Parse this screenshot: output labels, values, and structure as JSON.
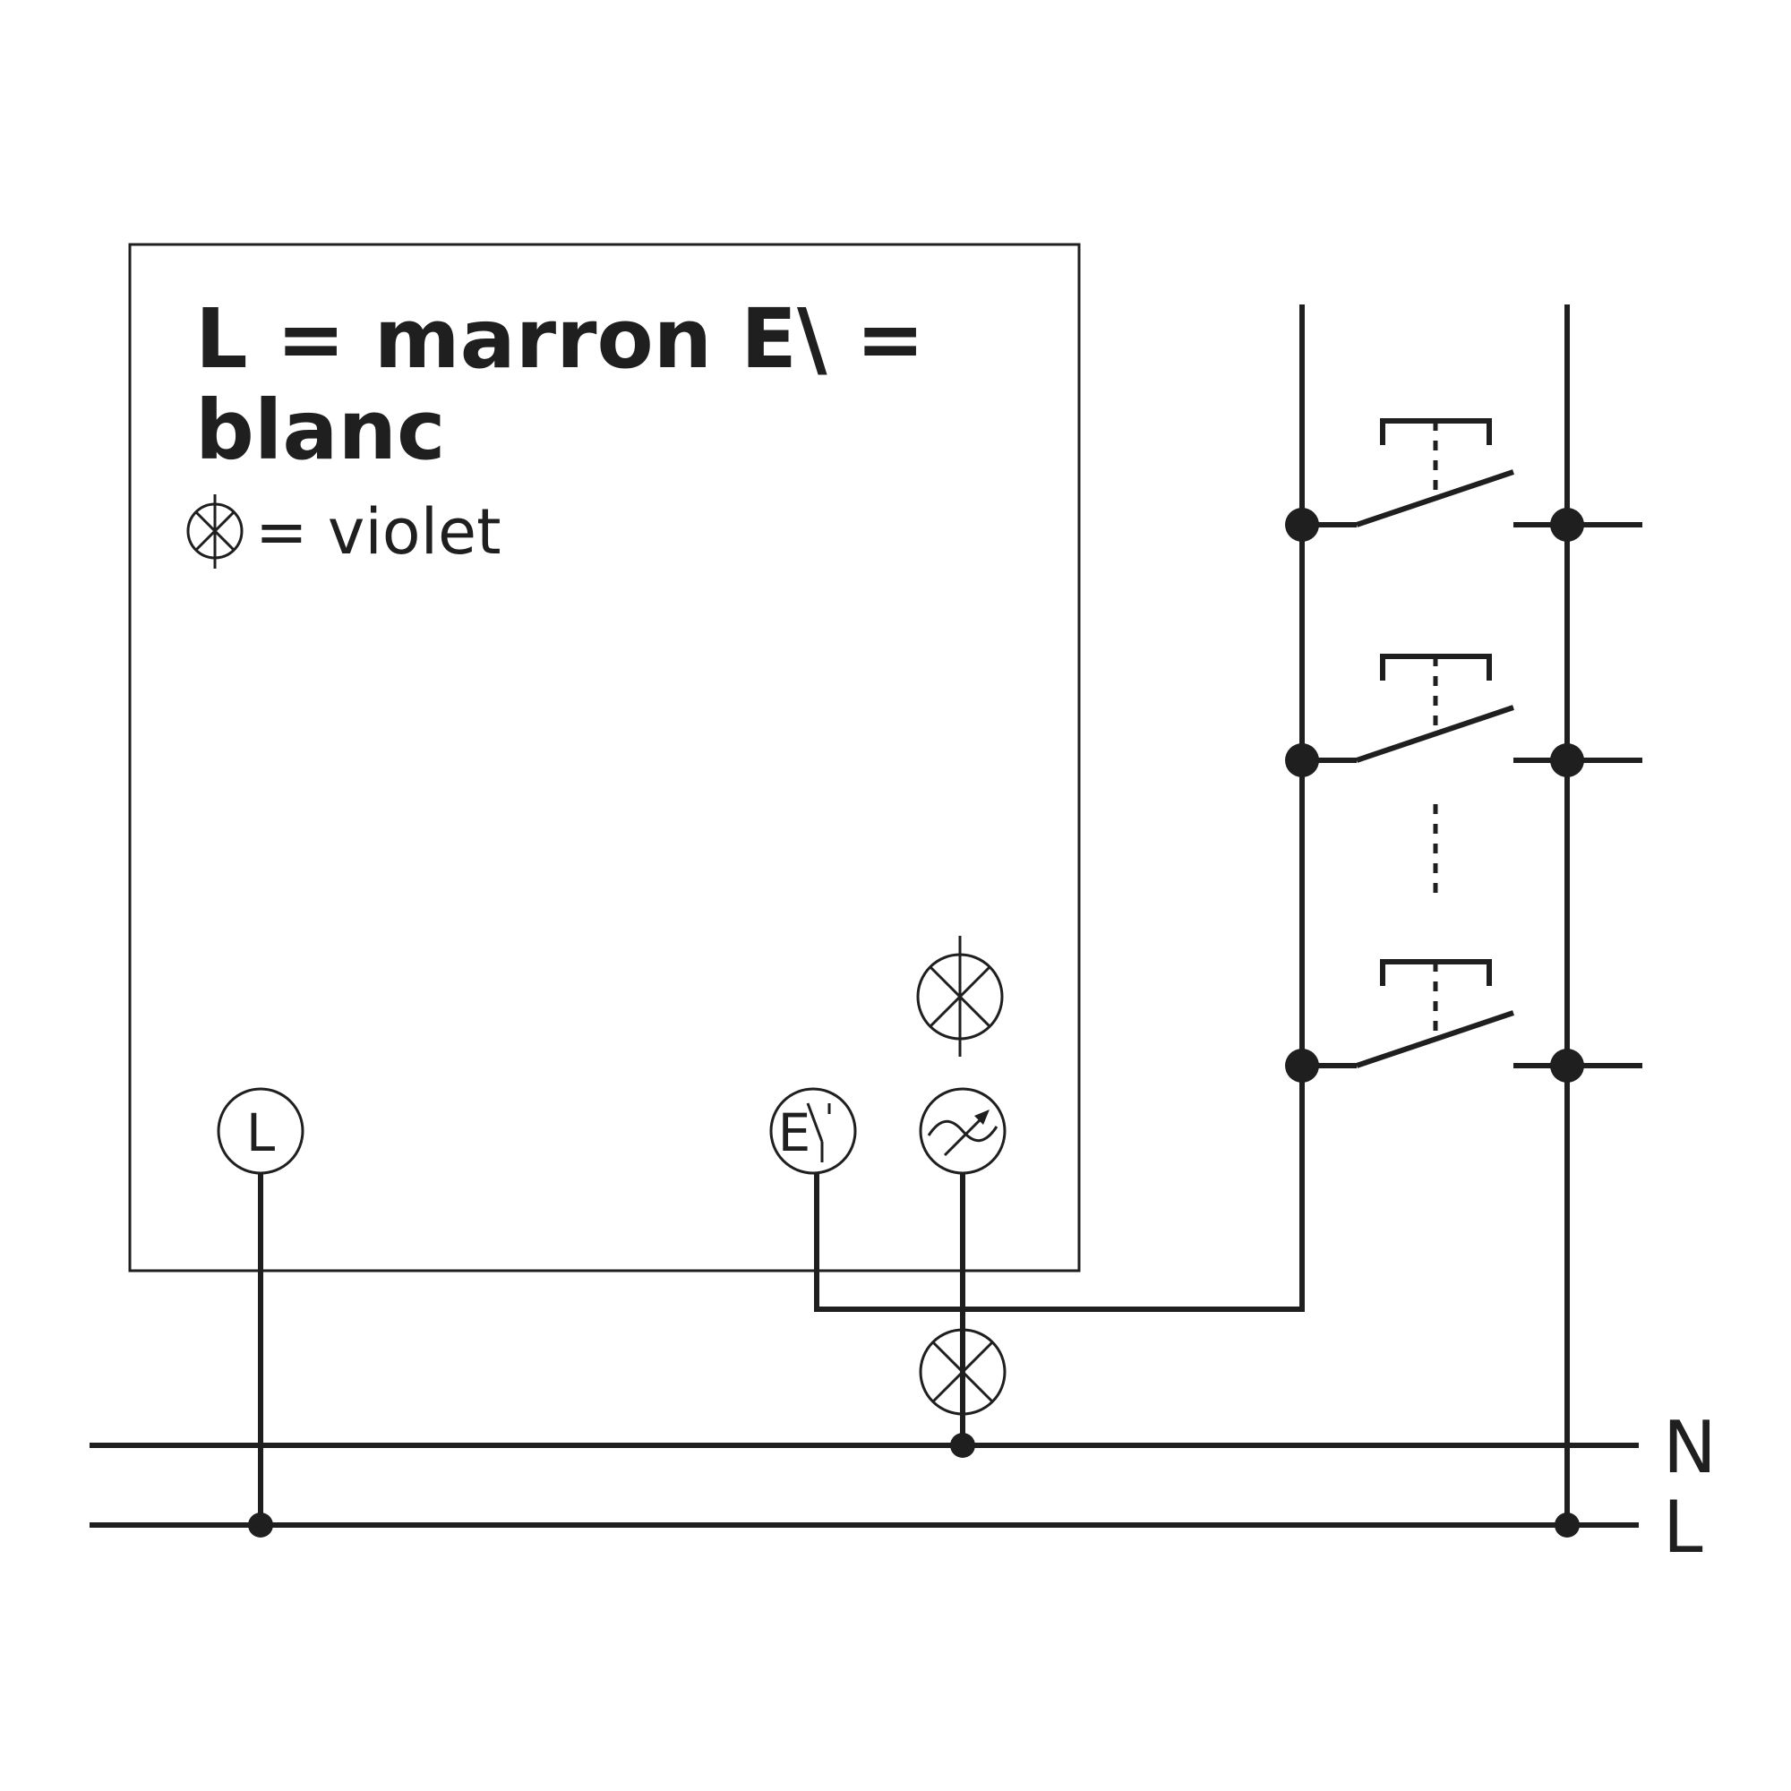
{
  "legend": {
    "line1": "L = marron E\\ =",
    "line2": "blanc",
    "line3": "= violet"
  },
  "terminals": {
    "l_label": "L",
    "e_label": "E"
  },
  "bus": {
    "n_label": "N",
    "l_label": "L"
  }
}
